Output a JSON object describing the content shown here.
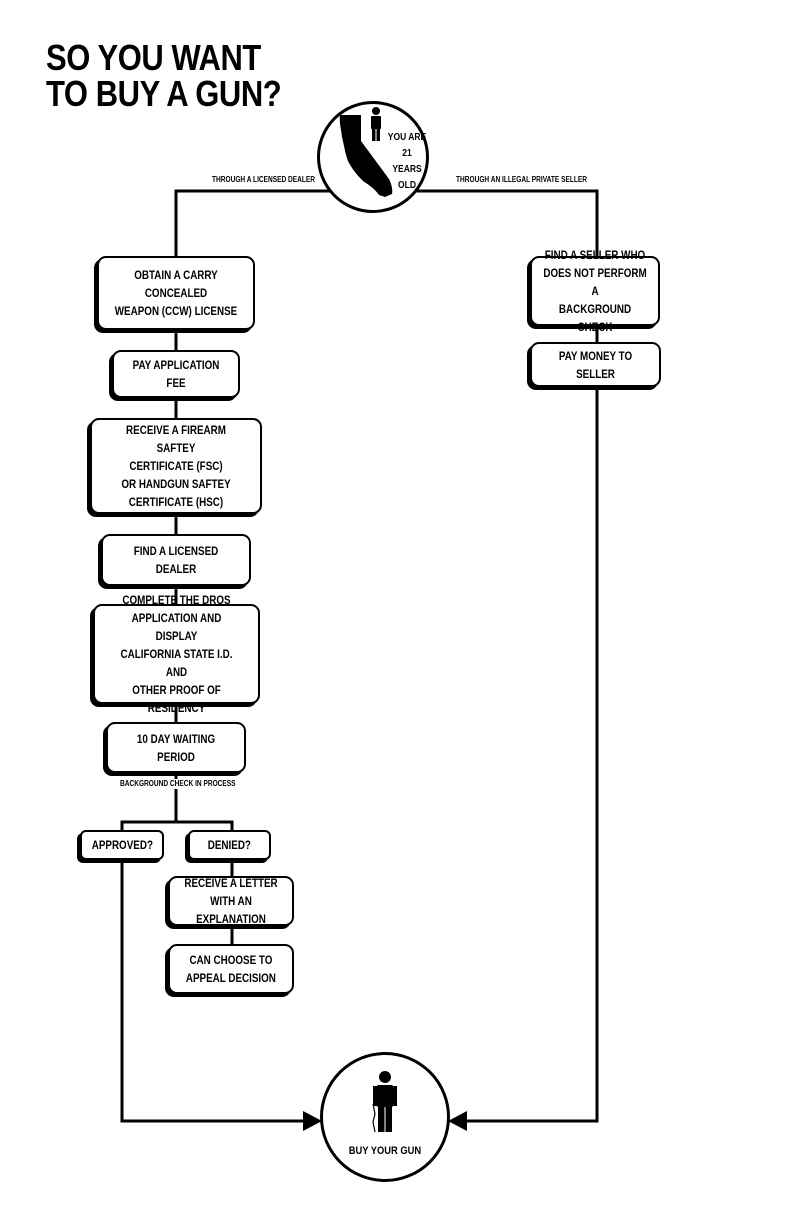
{
  "title": {
    "line1": "SO YOU WANT",
    "line2": "TO BUY A GUN?"
  },
  "start": {
    "icons": [
      "california-map-icon",
      "person-icon"
    ],
    "text": "YOU ARE 21\nYEARS OLD"
  },
  "branches": {
    "left_label": "THROUGH A LICENSED DEALER",
    "right_label": "THROUGH AN ILLEGAL PRIVATE SELLER"
  },
  "dealer_steps": {
    "ccw": "OBTAIN A CARRY CONCEALED\nWEAPON (CCW) LICENSE",
    "fee": "PAY APPLICATION FEE",
    "fsc": "RECEIVE A FIREARM SAFTEY\nCERTIFICATE (FSC)\nOR HANDGUN SAFTEY\nCERTIFICATE (HSC)",
    "dealer": "FIND A LICENSED DEALER",
    "dros": "COMPLETE THE DROS\nAPPLICATION AND DISPLAY\nCALIFORNIA STATE I.D. AND\nOTHER PROOF OF RESIDENCY",
    "wait": "10 DAY WAITING PERIOD",
    "wait_note": "BACKGROUND CHECK IN PROCESS",
    "approved": "APPROVED?",
    "denied": "DENIED?",
    "letter": "RECEIVE A LETTER\nWITH AN EXPLANATION",
    "appeal": "CAN CHOOSE TO\nAPPEAL DECISION"
  },
  "private_steps": {
    "seller": "FIND A SELLER WHO\nDOES NOT PERFORM A\nBACKGROUND CHECK",
    "pay": "PAY MONEY TO SELLER"
  },
  "end": {
    "icons": [
      "person-with-gun-icon"
    ],
    "text": "BUY YOUR GUN"
  },
  "colors": {
    "ink": "#000000",
    "background": "#ffffff"
  }
}
